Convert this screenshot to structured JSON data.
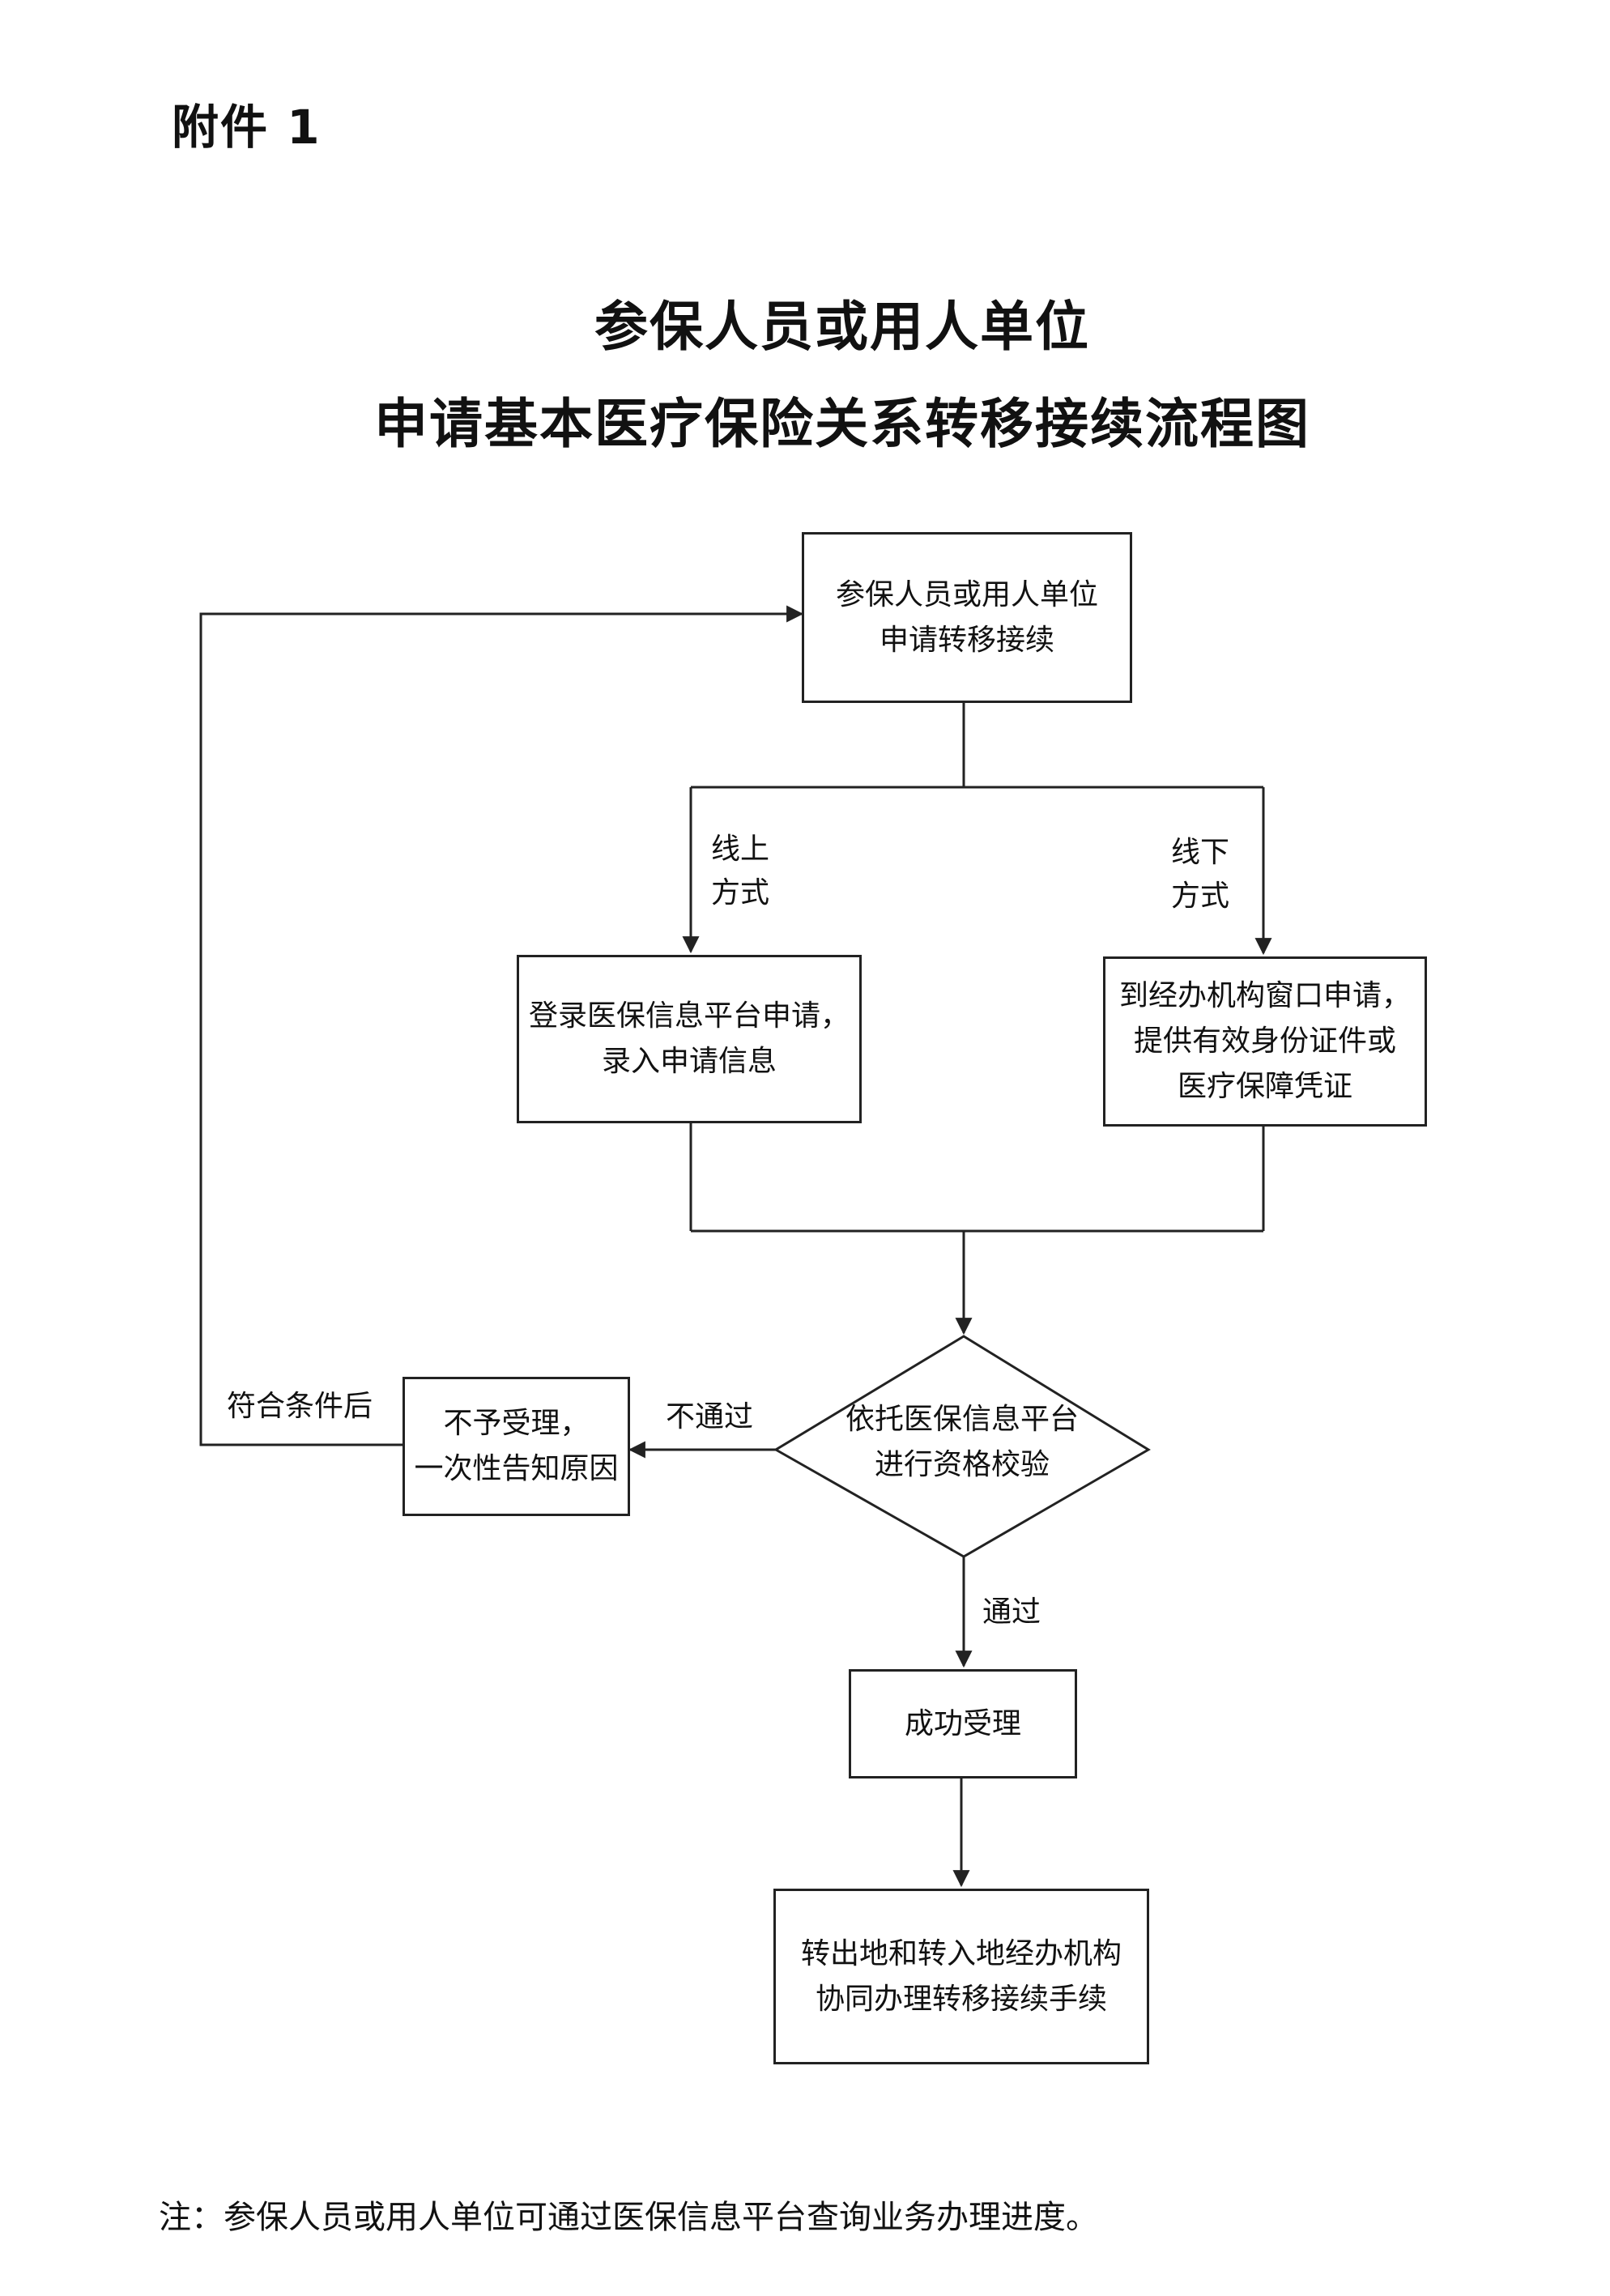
{
  "attachment_label": "附件 1",
  "title": {
    "line1": "参保人员或用人单位",
    "line2": "申请基本医疗保险关系转移接续流程图"
  },
  "nodes": {
    "start": {
      "line1": "参保人员或用人单位",
      "line2": "申请转移接续"
    },
    "online": {
      "line1": "登录医保信息平台申请，",
      "line2": "录入申请信息"
    },
    "offline": {
      "line1": "到经办机构窗口申请，",
      "line2": "提供有效身份证件或",
      "line3": "医疗保障凭证"
    },
    "check": {
      "line1": "依托医保信息平台",
      "line2": "进行资格校验"
    },
    "reject": {
      "line1": "不予受理，",
      "line2": "一次性告知原因"
    },
    "accept": {
      "label": "成功受理"
    },
    "transfer": {
      "line1": "转出地和转入地经办机构",
      "line2": "协同办理转移接续手续"
    }
  },
  "edge_labels": {
    "online_way": {
      "line1": "线上",
      "line2": "方式"
    },
    "offline_way": {
      "line1": "线下",
      "line2": "方式"
    },
    "fail": "不通过",
    "pass": "通过",
    "eligible_after": "符合条件后"
  },
  "note": "注：参保人员或用人单位可通过医保信息平台查询业务办理进度。"
}
